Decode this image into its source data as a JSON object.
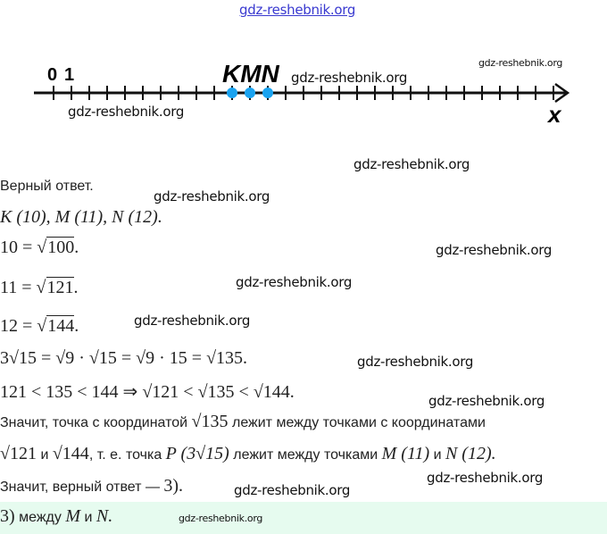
{
  "watermark": "gdz-reshebnik.org",
  "numberline": {
    "label0": "0",
    "label1": "1",
    "points_label": "KMN",
    "axis": "x",
    "points": [
      10,
      11,
      12
    ],
    "color": "#1aa3f0"
  },
  "lines": {
    "l1": "Верный ответ.",
    "l2": "K (10), M (11), N (12).",
    "l3a": "10 = √",
    "l3b": "100",
    "l4a": "11 = √",
    "l4b": "121",
    "l5a": "12 = √",
    "l5b": "144",
    "l6": "3√15 = √9 · √15 = √9 · 15 = √135.",
    "l7": "121 < 135 < 144  ⇒  √121 < √135 < √144.",
    "l8a": "Значит, точка с координатой",
    "l8b": "√135",
    "l8c": "лежит между точками с координатами",
    "l9a": "√121",
    "l9b": "и",
    "l9c": "√144",
    "l9d": ", т. е. точка",
    "l9e": "P (3√15)",
    "l9f": "лежит между точками",
    "l9g": "M (11)",
    "l9h": "и",
    "l9i": "N (12).",
    "l10a": "Значит, верный ответ —",
    "l10b": "3)."
  },
  "answer": {
    "a": "3)",
    "b": "между",
    "c": "M",
    "d": "и",
    "e": "N."
  }
}
